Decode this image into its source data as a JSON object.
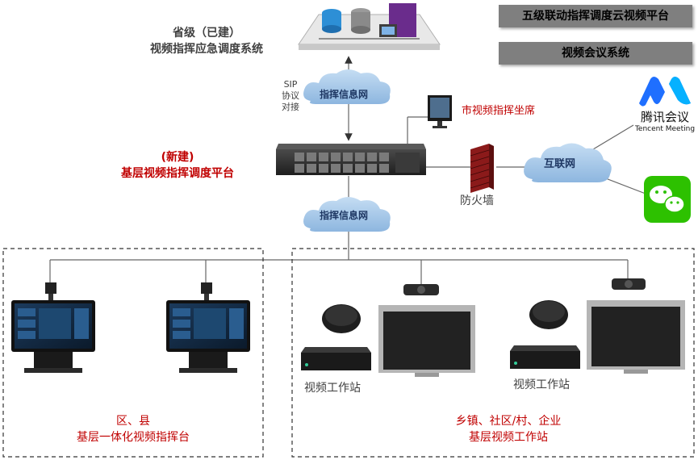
{
  "provincial": {
    "line1": "省级（已建）",
    "line2": "视频指挥应急调度系统"
  },
  "top_boxes": [
    "五级联动指挥调度云视频平台",
    "视频会议系统"
  ],
  "sip": [
    "SIP",
    "协议",
    "对接"
  ],
  "cloud_upper": "指挥信息网",
  "cloud_lower": "指挥信息网",
  "cloud_internet": "互联网",
  "city_seat": "市视频指挥坐席",
  "new_platform": {
    "line1": "(新建)",
    "line2": "基层视频指挥调度平台"
  },
  "firewall": "防火墙",
  "tencent": {
    "cn": "腾讯会议",
    "en": "Tencent Meeting"
  },
  "workstation_left": "视频工作站",
  "workstation_right": "视频工作站",
  "left_group": {
    "line1": "区、县",
    "line2": "基层一体化视频指挥台"
  },
  "right_group": {
    "line1": "乡镇、社区/村、企业",
    "line2": "基层视频工作站"
  },
  "colors": {
    "red": "#c00000",
    "cloud": "#9dc3e6",
    "gray_box": "#7f7f7f",
    "wechat": "#2dc100",
    "tencent_blue": "#1f6fff"
  }
}
